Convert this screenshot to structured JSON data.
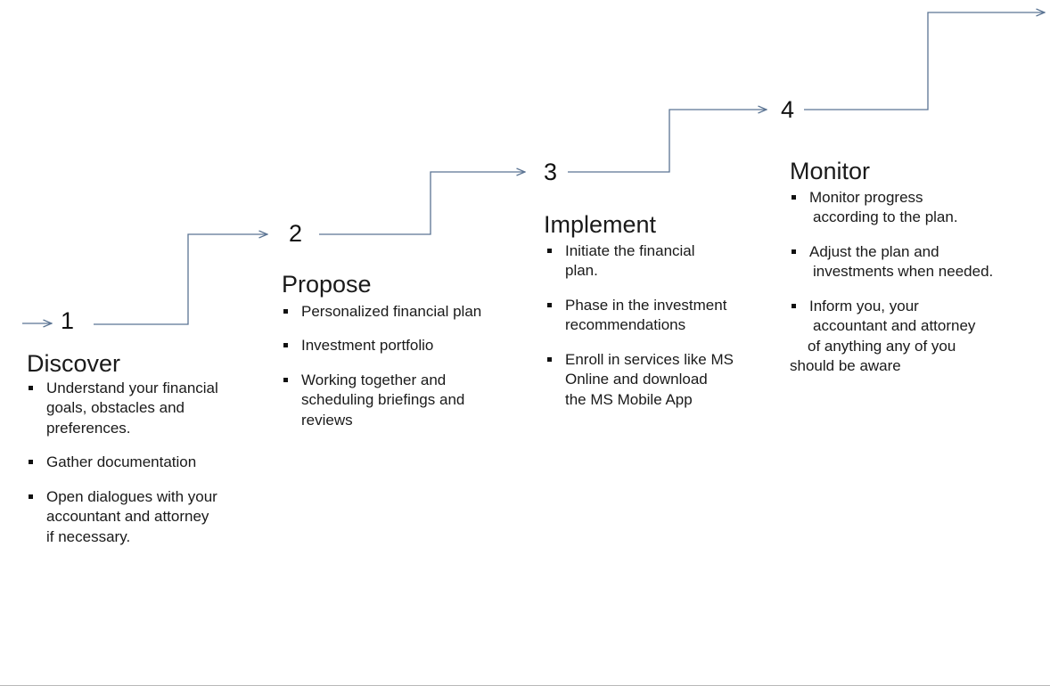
{
  "diagram": {
    "title": "Four step staircase process",
    "line_color": "#5b7493",
    "text_color": "#1a1a1a",
    "bullet_color": "#111111",
    "steps": [
      {
        "number": "1",
        "title": "Discover",
        "bullets": [
          {
            "lines": [
              "Understand your financial",
              "goals, obstacles and",
              "preferences."
            ]
          },
          {
            "lines": [
              "Gather documentation"
            ]
          },
          {
            "lines": [
              "Open dialogues with your",
              " accountant and attorney",
              " if necessary."
            ]
          }
        ]
      },
      {
        "number": "2",
        "title": "Propose",
        "bullets": [
          {
            "lines": [
              "Personalized financial plan"
            ]
          },
          {
            "lines": [
              "Investment portfolio"
            ]
          },
          {
            "lines": [
              "Working together and",
              "scheduling briefings and",
              "reviews"
            ]
          }
        ]
      },
      {
        "number": "3",
        "title": "Implement",
        "bullets": [
          {
            "lines": [
              "Initiate the financial",
              "plan."
            ]
          },
          {
            "lines": [
              "Phase in the investment",
              "recommendations"
            ]
          },
          {
            "lines": [
              "Enroll in services like MS",
              "Online and download",
              "the MS Mobile App"
            ]
          }
        ]
      },
      {
        "number": "4",
        "title": "Monitor",
        "bullets": [
          {
            "lines": [
              "Monitor progress",
              "according to the plan."
            ]
          },
          {
            "lines": [
              "Adjust the plan and",
              "investments when needed."
            ]
          },
          {
            "lines": [
              "Inform you, your",
              " accountant and attorney",
              " of anything any of you",
              "should  be aware"
            ]
          }
        ]
      }
    ]
  }
}
